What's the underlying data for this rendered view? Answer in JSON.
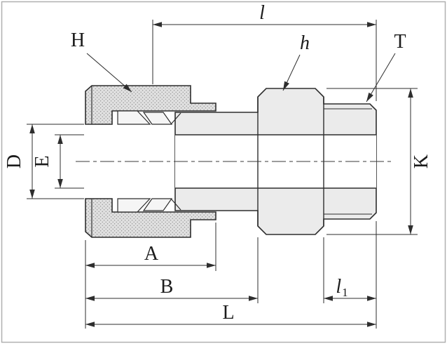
{
  "drawing": {
    "labels": {
      "l": "l",
      "H": "H",
      "h": "h",
      "T": "T",
      "D": "D",
      "E": "E",
      "K": "K",
      "A": "A",
      "B": "B",
      "l1_main": "l",
      "l1_sub": "1",
      "L": "L"
    },
    "colors": {
      "line": "#2e2e2e",
      "body_fill": "#ebebeb",
      "nut_fill_base": "#e0e0e0",
      "stipple_dot": "#8f8f8f",
      "ferrule_fill": "#f5f5f5",
      "background": "#ffffff",
      "frame_border": "#b0b0b0"
    }
  }
}
